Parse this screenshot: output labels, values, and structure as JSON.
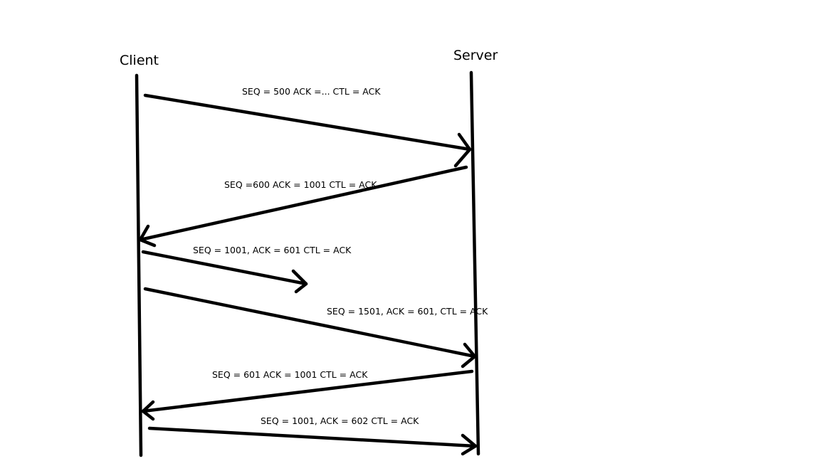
{
  "actors": {
    "client": "Client",
    "server": "Server"
  },
  "messages": [
    {
      "label": "SEQ = 500 ACK =... CTL = ACK",
      "from": "client",
      "to": "server"
    },
    {
      "label": "SEQ =600 ACK = 1001 CTL = ACK",
      "from": "server",
      "to": "client"
    },
    {
      "label": "SEQ = 1001, ACK = 601 CTL = ACK",
      "from": "client",
      "to": "lost"
    },
    {
      "label": "SEQ = 1501, ACK = 601, CTL = ACK",
      "from": "client",
      "to": "server"
    },
    {
      "label": "SEQ = 601 ACK = 1001 CTL = ACK",
      "from": "server",
      "to": "client"
    },
    {
      "label": "SEQ = 1001, ACK = 602 CTL = ACK",
      "from": "client",
      "to": "server"
    }
  ],
  "colors": {
    "ink": "#000000",
    "background": "#ffffff"
  }
}
